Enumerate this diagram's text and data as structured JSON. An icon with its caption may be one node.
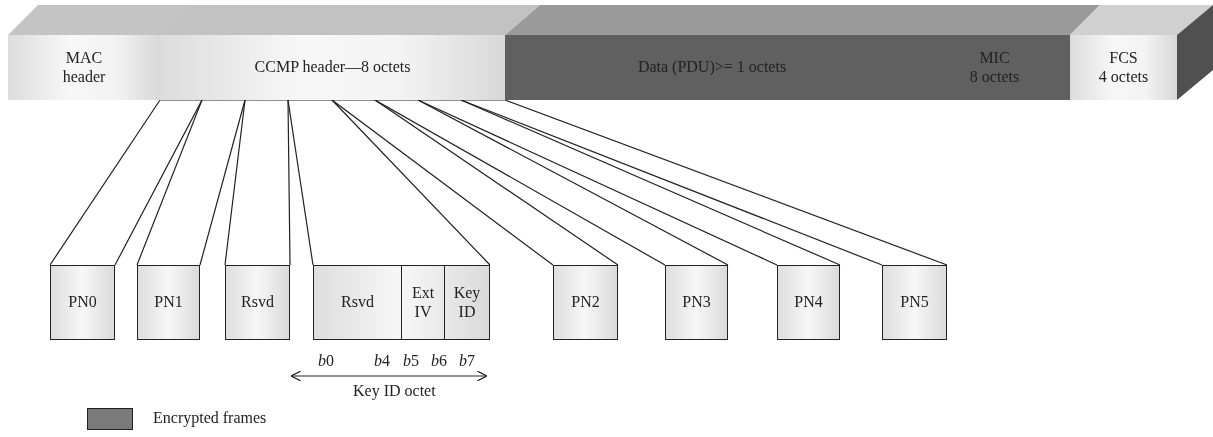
{
  "diagram": {
    "nodes": [
      {
        "text": [
          "MAC header"
        ]
      },
      {
        "text": [
          "CCMP header—8 octets"
        ]
      },
      {
        "text": [
          "Data (PDU)>= 1 octets"
        ]
      },
      {
        "text": [
          "MIC 8 octets"
        ]
      },
      {
        "text": [
          "FCS 4 octets"
        ]
      },
      {
        "text": [
          "PN0"
        ]
      },
      {
        "text": [
          "PN1"
        ]
      },
      {
        "text": [
          "Rsvd"
        ]
      },
      {
        "text": [],
        "shape": "box"
      },
      {
        "text": [
          "Rsvd"
        ],
        "in": 8
      },
      {
        "text": [
          "Ext IV"
        ],
        "in": 8
      },
      {
        "text": [
          "Key ID"
        ],
        "in": 8
      },
      {
        "text": [
          "PN2"
        ]
      },
      {
        "text": [
          "PN3"
        ]
      },
      {
        "text": [
          "PN4"
        ]
      },
      {
        "text": [
          "PN5"
        ]
      }
    ],
    "edges": [
      {
        "from": 1,
        "to": 5,
        "arrow": "none"
      },
      {
        "from": 1,
        "to": 6,
        "arrow": "none"
      },
      {
        "from": 1,
        "to": 7,
        "arrow": "none"
      },
      {
        "from": 1,
        "to": 8,
        "arrow": "none"
      },
      {
        "from": 1,
        "to": 12,
        "arrow": "none"
      },
      {
        "from": 1,
        "to": 13,
        "arrow": "none"
      },
      {
        "from": 1,
        "to": 14,
        "arrow": "none"
      },
      {
        "from": 1,
        "to": 15,
        "arrow": "none"
      }
    ],
    "labels": [
      "b0",
      "b4",
      "b5",
      "b6",
      "b7",
      "Key ID octet"
    ],
    "legend": [
      {
        "text": "Encrypted frames",
        "color": "#7a7a7a"
      }
    ]
  }
}
